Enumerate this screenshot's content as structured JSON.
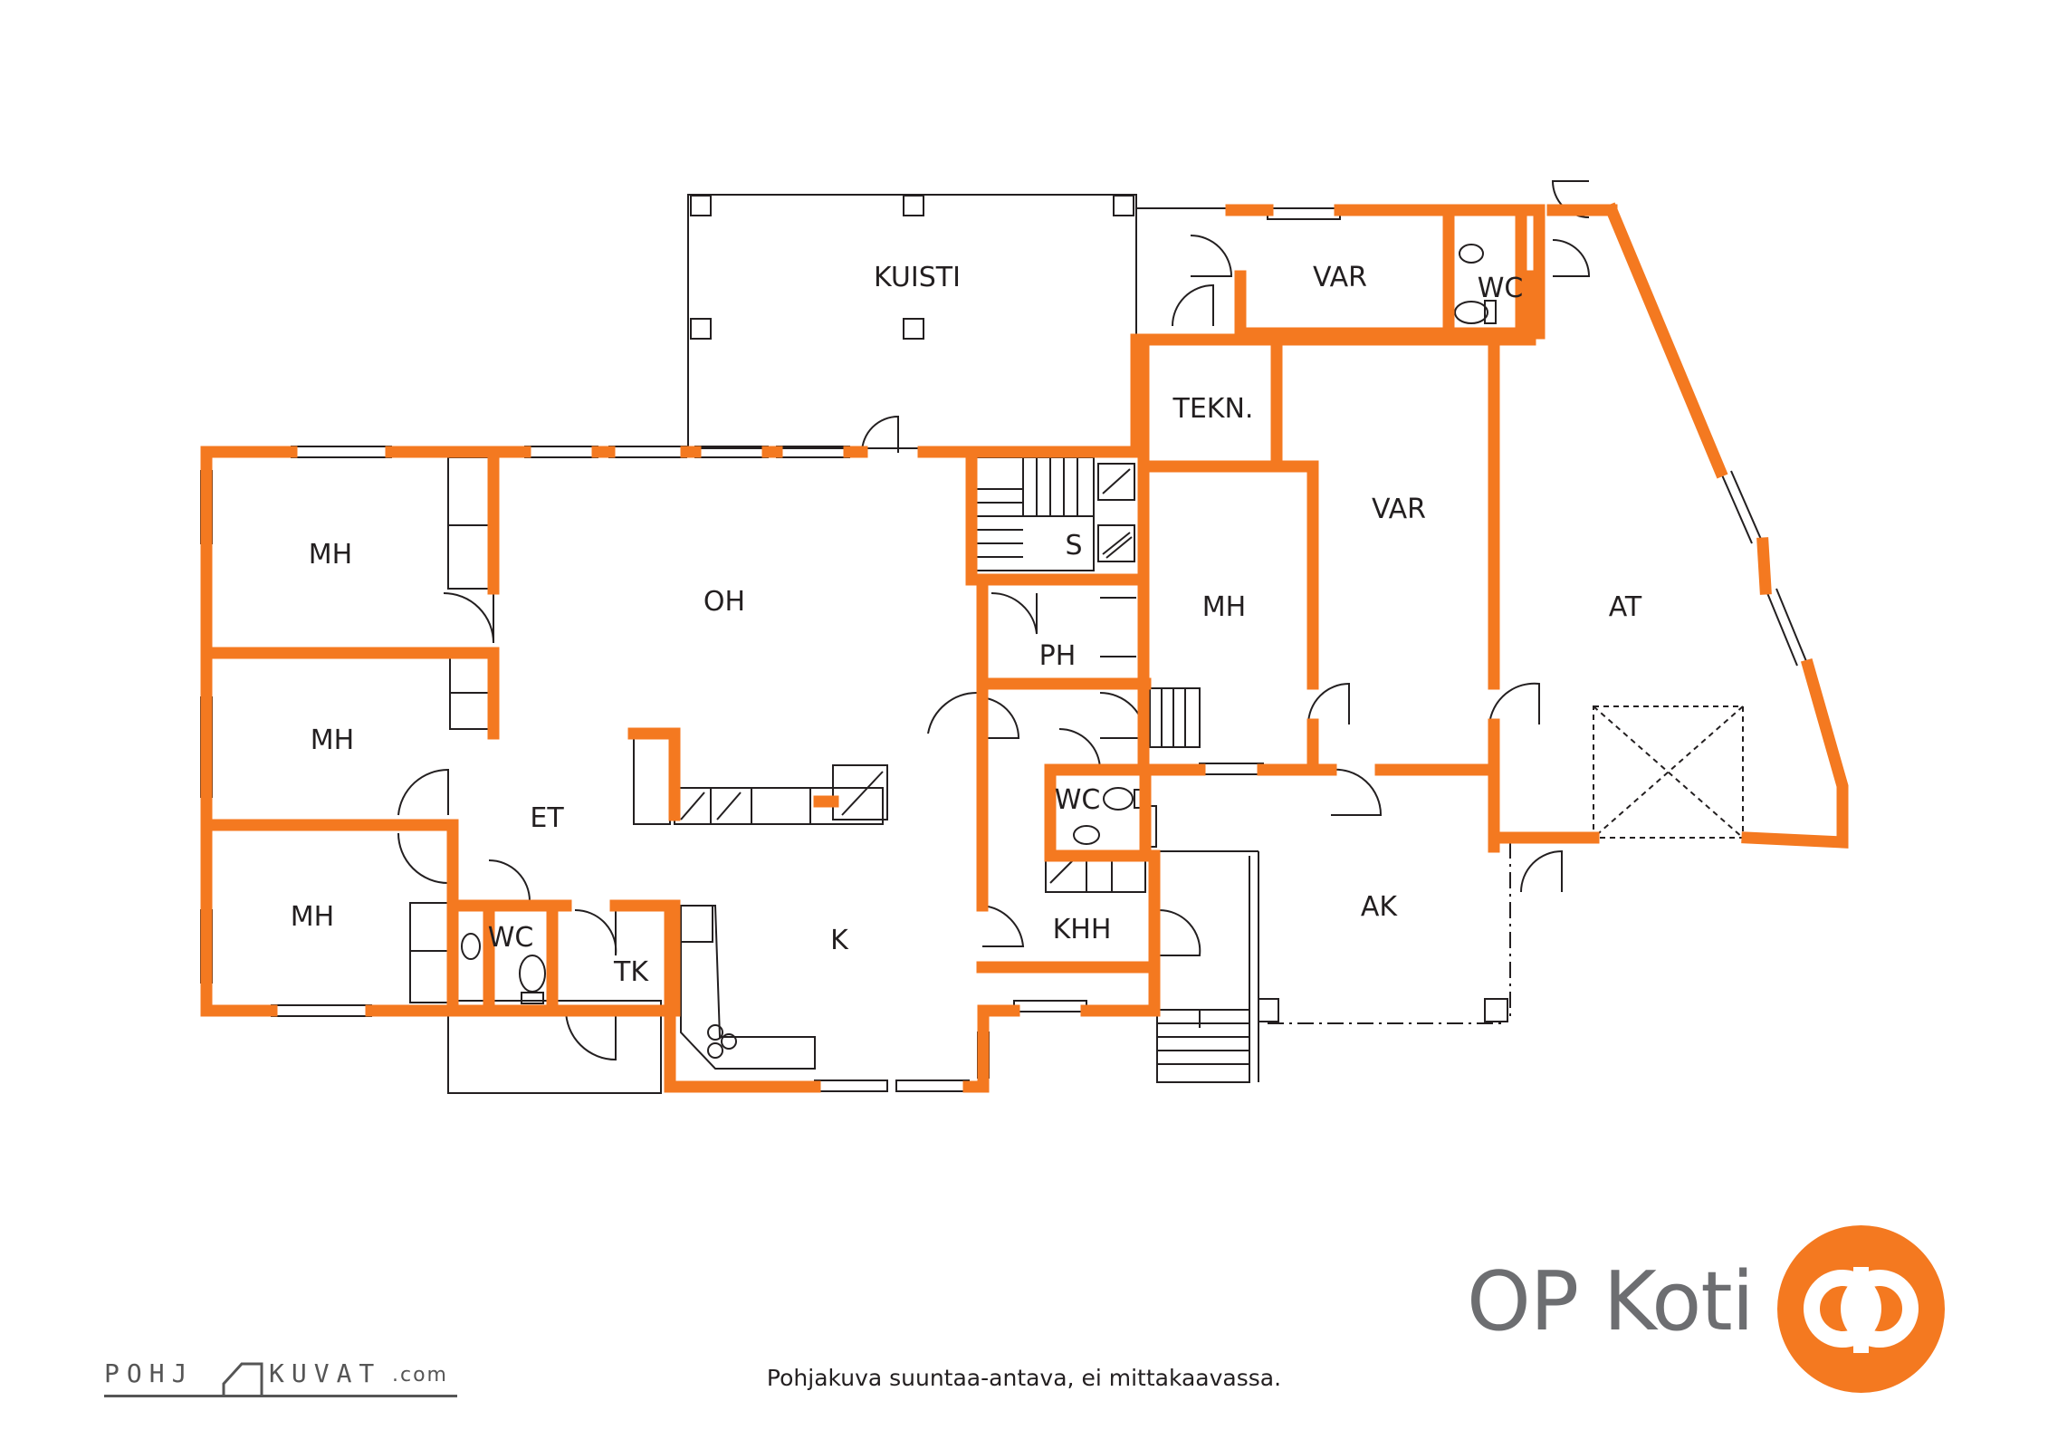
{
  "rooms": {
    "kuisti": "KUISTI",
    "var_top": "VAR",
    "wc_top": "WC",
    "tekn": "TEKN.",
    "var_mid": "VAR",
    "at": "AT",
    "mh1": "MH",
    "oh": "OH",
    "s": "S",
    "ph": "PH",
    "mh_center": "MH",
    "mh2": "MH",
    "et": "ET",
    "wc_center": "WC",
    "mh3": "MH",
    "wc_left": "WC",
    "tk": "TK",
    "k": "K",
    "khh": "KHH",
    "ak": "AK"
  },
  "footer": {
    "brand_name": "OP Koti",
    "disclaimer": "Pohjakuva suuntaa-antava, ei mittakaavassa.",
    "drafter_main": "POHJAKUVAT",
    "drafter_prefix": "POHJ",
    "drafter_mid": "KUVAT",
    "drafter_suffix": ".com"
  },
  "colors": {
    "wall": "#f47920",
    "line": "#231f20",
    "brand_text": "#6d6e71"
  }
}
